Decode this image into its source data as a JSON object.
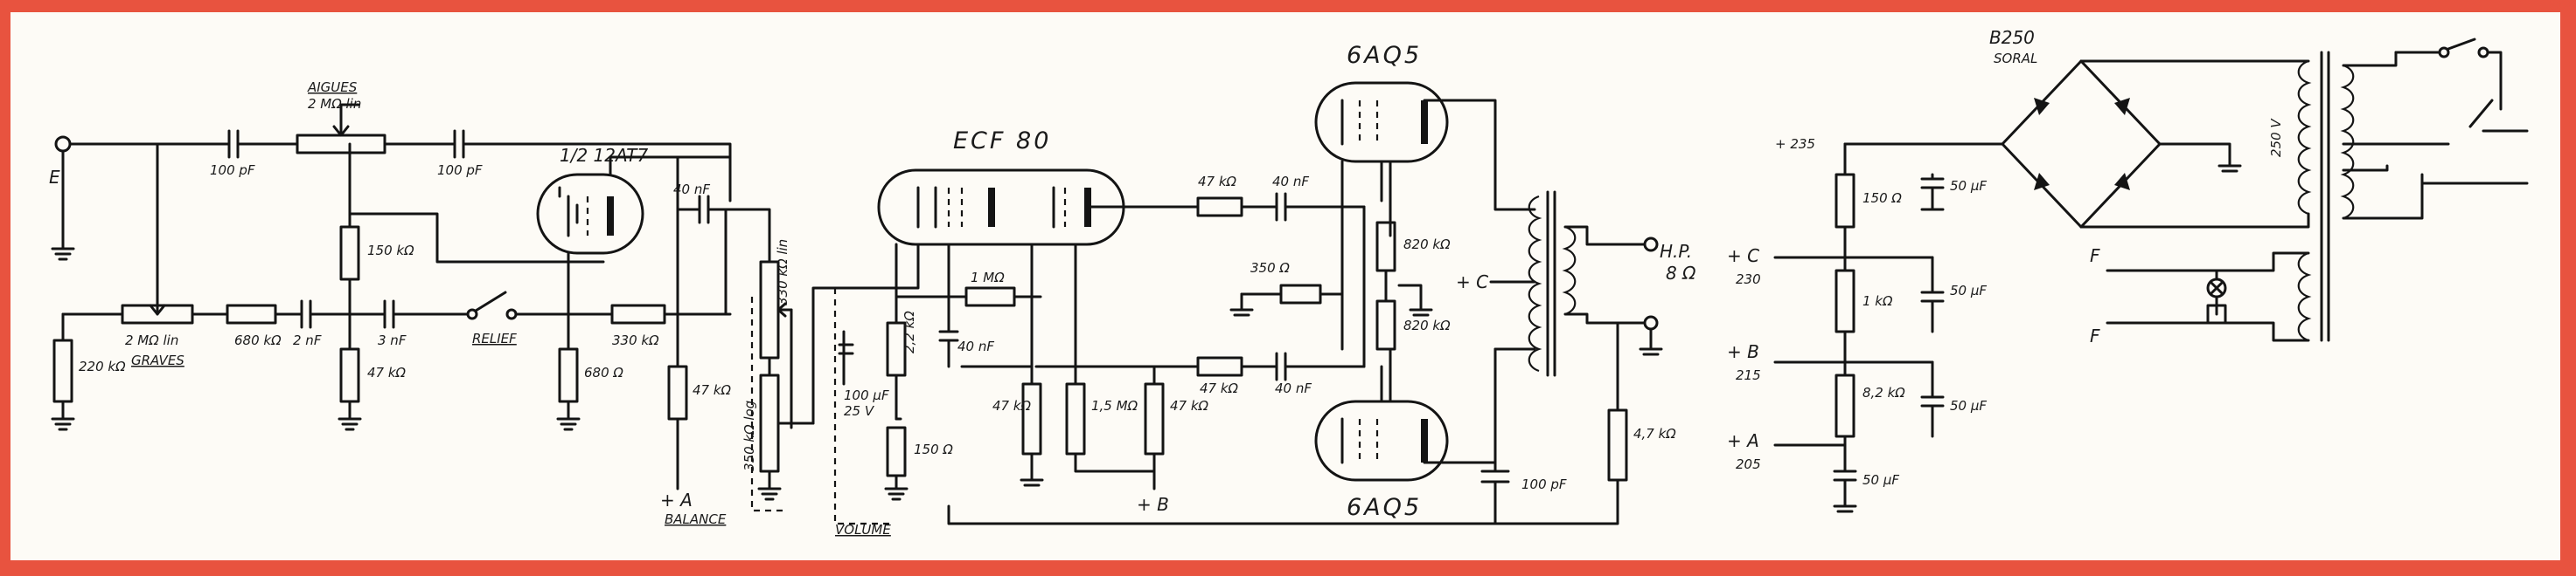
{
  "input": {
    "label": "E"
  },
  "tone": {
    "aigues_title": "AIGUES",
    "aigues_value": "2 MΩ lin",
    "graves_title": "GRAVES",
    "graves_value": "2 MΩ lin",
    "cap_in_top": "100 pF",
    "cap_out_top": "100 pF",
    "r_150k": "150 kΩ",
    "r_47k": "47 kΩ",
    "r_680k": "680 kΩ",
    "r_220k": "220 kΩ",
    "cap_2nf": "2 nF",
    "cap_3nf": "3 nF"
  },
  "relief": {
    "label": "RELIEF"
  },
  "preamp": {
    "tube": "1/2 12AT7",
    "r_680": "680 Ω",
    "cap_40nf": "40 nF",
    "r_330k": "330 kΩ",
    "r_47k_plate": "47 kΩ"
  },
  "balance": {
    "pot_top": "330 kΩ lin",
    "pot_bottom": "350 kΩ log",
    "label": "BALANCE",
    "plus_a": "+ A"
  },
  "ecf80": {
    "tube": "ECF 80",
    "r_1meg": "1 MΩ",
    "cap_40nf": "40 nF",
    "r_2_2k": "2,2 kΩ",
    "cap_100uf": "100 µF",
    "cap_volt": "25 V",
    "r_150": "150 Ω",
    "r_47k": "47 kΩ",
    "r_1_5m": "1,5 MΩ",
    "r_47k_b": "47 kΩ",
    "plus_b": "+ B"
  },
  "volume": {
    "label": "VOLUME"
  },
  "output": {
    "tube_top": "6AQ5",
    "tube_bottom": "6AQ5",
    "r_47k_top": "47 kΩ",
    "cap_top": "40 nF",
    "r_47k_bot": "47 kΩ",
    "cap_bot": "40 nF",
    "r_350": "350 Ω",
    "r_820k": "820 kΩ",
    "r_820k_b": "820 kΩ",
    "plus_c": "+ C",
    "cap_100pf": "100 pF",
    "r_4_7k": "4,7 kΩ",
    "hp": "H.P.",
    "hp_ohm": "8 Ω"
  },
  "supply": {
    "v235": "+ 235",
    "r_150": "150 Ω",
    "cap_50_1": "50 µF",
    "c_label": "+ C",
    "c_volt": "230",
    "r_1k": "1 kΩ",
    "cap_50_2": "50 µF",
    "b_label": "+ B",
    "b_volt": "215",
    "r_8_2k": "8,2 kΩ",
    "cap_50_3": "50 µF",
    "a_label": "+ A",
    "a_volt": "205",
    "cap_50_4": "50 µF"
  },
  "rectifier": {
    "model": "B250",
    "maker": "SORAL",
    "secondary": "250 V",
    "fil_f1": "F",
    "fil_f2": "F"
  }
}
